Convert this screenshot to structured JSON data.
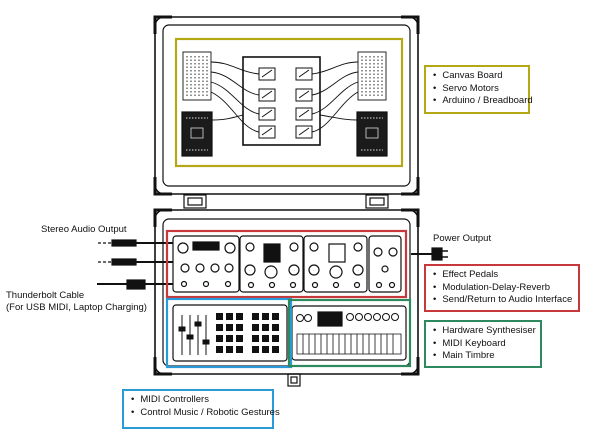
{
  "labels": {
    "stereo_audio": "Stereo Audio Output",
    "power_output": "Power Output",
    "thunderbolt_line1": "Thunderbolt Cable",
    "thunderbolt_line2": "(For USB MIDI, Laptop Charging)"
  },
  "boxes": {
    "canvas": {
      "color": "#b4a814",
      "items": [
        "Canvas Board",
        "Servo Motors",
        "Arduino / Breadboard"
      ]
    },
    "effects": {
      "color": "#c8383a",
      "items": [
        "Effect Pedals",
        "Modulation-Delay-Reverb",
        "Send/Return to Audio Interface"
      ]
    },
    "synth": {
      "color": "#2e8a5e",
      "items": [
        "Hardware Synthesiser",
        "MIDI Keyboard",
        "Main Timbre"
      ]
    },
    "midi": {
      "color": "#2b9ad8",
      "items": [
        "MIDI Controllers",
        "Control Music / Robotic Gestures"
      ]
    }
  }
}
